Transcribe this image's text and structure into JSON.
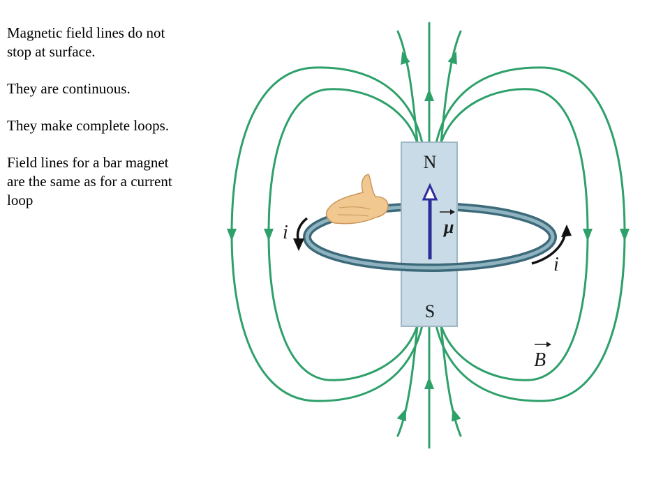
{
  "text": {
    "p1": "Magnetic field lines do not stop at surface.",
    "p2": "They are continuous.",
    "p3": "They make complete loops.",
    "p4": "Field lines for a bar magnet are the same as for a current loop"
  },
  "labels": {
    "north": "N",
    "south": "S",
    "mu": "μ",
    "current_left": "i",
    "current_right": "i",
    "field": "B"
  },
  "colors": {
    "field_lines": "#2ea06a",
    "magnet": "#c8dbe6",
    "ring": "#5e8a9a",
    "moment_arrow": "#2b2d9a"
  },
  "icons": [
    "hand-icon"
  ]
}
